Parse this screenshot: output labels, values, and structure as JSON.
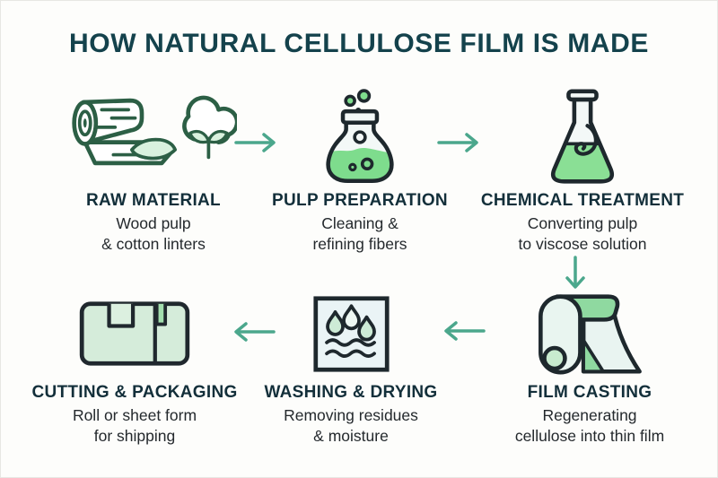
{
  "header": {
    "title": "HOW NATURAL CELLULOSE FILM IS MADE"
  },
  "steps": [
    {
      "id": "raw-material",
      "title": "RAW MATERIAL",
      "desc_line1": "Wood pulp",
      "desc_line2": "& cotton linters",
      "icon": "wood-roll-and-cotton-icon"
    },
    {
      "id": "pulp-preparation",
      "title": "PULP PREPARATION",
      "desc_line1": "Cleaning &",
      "desc_line2": "refining fibers",
      "icon": "bubbling-beaker-icon"
    },
    {
      "id": "chemical-treatment",
      "title": "CHEMICAL TREATMENT",
      "desc_line1": "Converting pulp",
      "desc_line2": "to viscose solution",
      "icon": "erlenmeyer-flask-icon"
    },
    {
      "id": "cutting-packaging",
      "title": "CUTTING & PACKAGING",
      "desc_line1": "Roll or sheet form",
      "desc_line2": "for shipping",
      "icon": "package-box-icon"
    },
    {
      "id": "washing-drying",
      "title": "WASHING & DRYING",
      "desc_line1": "Removing residues",
      "desc_line2": "& moisture",
      "icon": "droplets-and-waves-icon"
    },
    {
      "id": "film-casting",
      "title": "FILM CASTING",
      "desc_line1": "Regenerating",
      "desc_line2": "cellulose into thin film",
      "icon": "film-roll-icon"
    }
  ],
  "flow": {
    "arrows": [
      {
        "from": "raw-material",
        "to": "pulp-preparation",
        "direction": "right"
      },
      {
        "from": "pulp-preparation",
        "to": "chemical-treatment",
        "direction": "right"
      },
      {
        "from": "chemical-treatment",
        "to": "film-casting",
        "direction": "down"
      },
      {
        "from": "film-casting",
        "to": "washing-drying",
        "direction": "left"
      },
      {
        "from": "washing-drying",
        "to": "cutting-packaging",
        "direction": "left"
      }
    ]
  },
  "colors": {
    "background": "#FDFDFB",
    "title_teal": "#14424C",
    "step_title": "#132F3A",
    "body_text": "#24292D",
    "arrow_green": "#4BA78C",
    "outline_dark": "#1E282D",
    "outline_green": "#2C5F45",
    "liquid_green": "#7EDC8D",
    "medium_green": "#8FD9A0",
    "light_green": "#D5EFDA",
    "pale_blue": "#EAF4F6"
  }
}
